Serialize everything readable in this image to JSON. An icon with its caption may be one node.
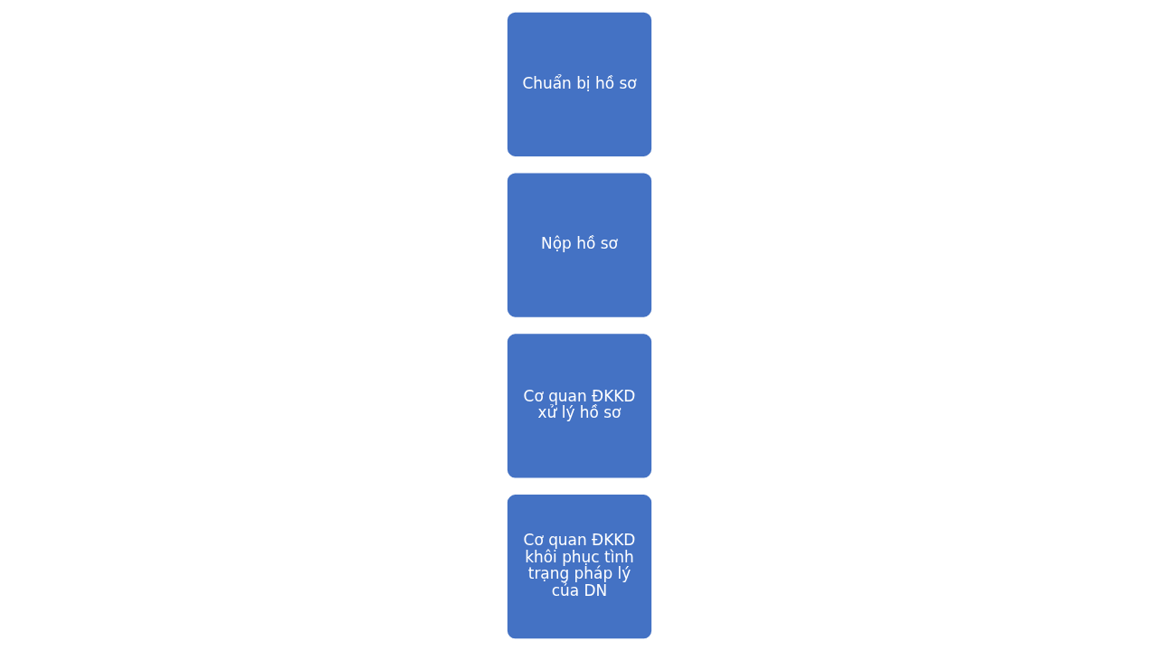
{
  "diagram": {
    "nodes": [
      {
        "text": [
          "Chuẩn bị hồ sơ"
        ]
      },
      {
        "text": [
          "Nộp hồ sơ"
        ]
      },
      {
        "text": [
          "Cơ quan ĐKKD xử lý hồ sơ"
        ]
      },
      {
        "text": [
          "Cơ quan ĐKKD khôi phục tình trạng pháp lý của DN"
        ]
      }
    ]
  }
}
